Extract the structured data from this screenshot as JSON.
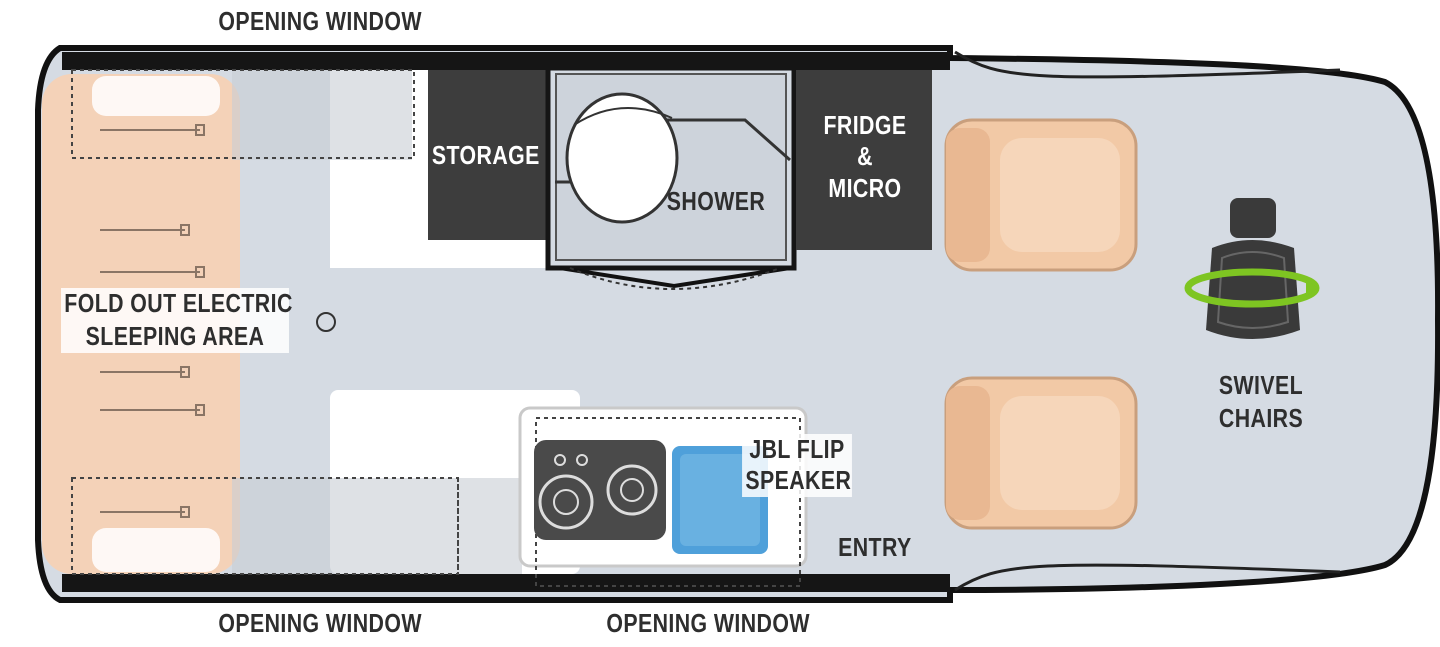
{
  "labels": {
    "top_window": "OPENING WINDOW",
    "bottom_window_left": "OPENING WINDOW",
    "bottom_window_right": "OPENING WINDOW",
    "storage": "STORAGE",
    "shower": "SHOWER",
    "fridge_line1": "FRIDGE",
    "fridge_line2": "&",
    "fridge_line3": "MICRO",
    "sleep_line1": "FOLD OUT ELECTRIC",
    "sleep_line2": "SLEEPING AREA",
    "speaker_line1": "JBL FLIP",
    "speaker_line2": "SPEAKER",
    "entry": "ENTRY",
    "swivel_line1": "SWIVEL",
    "swivel_line2": "CHAIRS"
  },
  "icons": {
    "swivel": "swivel-chair-icon",
    "seat": "seat-icon",
    "toilet": "toilet-icon",
    "stove": "stove-icon"
  },
  "colors": {
    "floor": "#d5dbe3",
    "wall": "#111111",
    "bed": "#f4d2b8",
    "cabinet_dark": "#3d3d3d",
    "counter": "#ffffff",
    "seat": "#f2c9a6",
    "sink": "#4fa0da",
    "swivel_ring": "#7ec522"
  }
}
